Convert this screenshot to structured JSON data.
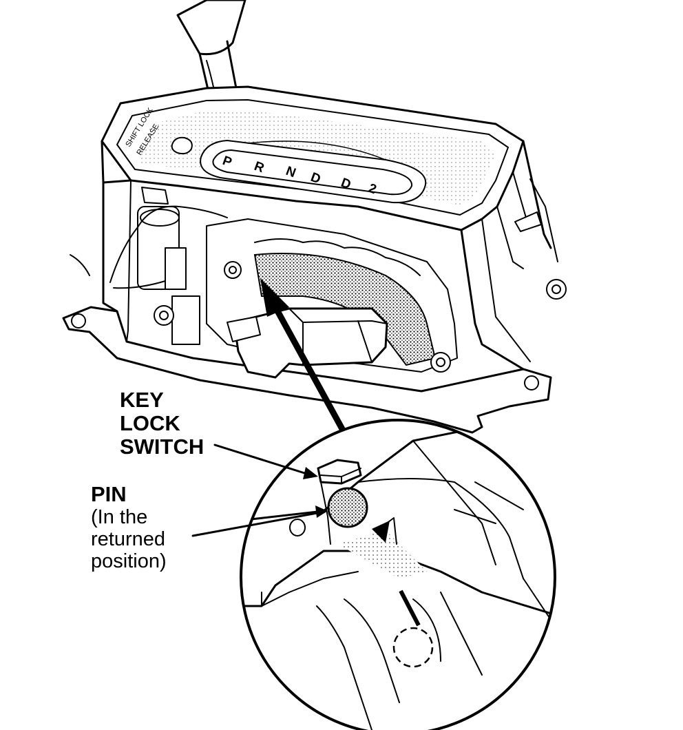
{
  "labels": {
    "key_lock_switch": [
      "KEY",
      "LOCK",
      "SWITCH"
    ],
    "pin": {
      "title": "PIN",
      "note": [
        "(In the",
        "returned",
        "position)"
      ]
    }
  },
  "panel": {
    "release_text": [
      "SHIFT LOCK",
      "RELEASE"
    ],
    "gear_positions": [
      "P",
      "R",
      "N",
      "D",
      "D",
      "2"
    ]
  },
  "colors": {
    "ink": "#000000",
    "paper": "#ffffff",
    "pin_shade": "#9a9a9a"
  }
}
